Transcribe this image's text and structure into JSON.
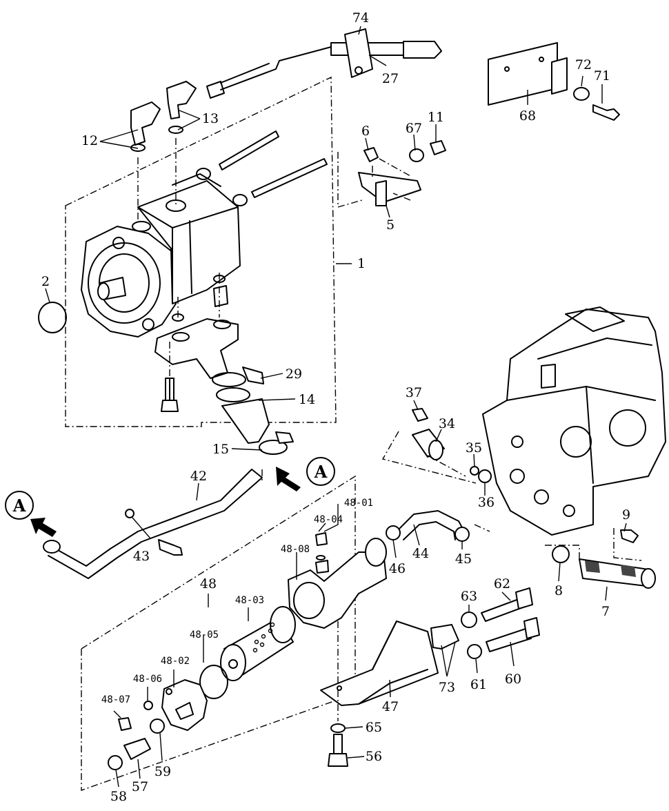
{
  "diagram": {
    "callouts": [
      {
        "id": "74",
        "text": "74"
      },
      {
        "id": "27",
        "text": "27"
      },
      {
        "id": "68",
        "text": "68"
      },
      {
        "id": "72",
        "text": "72"
      },
      {
        "id": "71",
        "text": "71"
      },
      {
        "id": "12",
        "text": "12"
      },
      {
        "id": "13",
        "text": "13"
      },
      {
        "id": "6",
        "text": "6"
      },
      {
        "id": "67",
        "text": "67"
      },
      {
        "id": "11",
        "text": "11"
      },
      {
        "id": "5",
        "text": "5"
      },
      {
        "id": "1",
        "text": "1"
      },
      {
        "id": "2",
        "text": "2"
      },
      {
        "id": "29",
        "text": "29"
      },
      {
        "id": "14",
        "text": "14"
      },
      {
        "id": "15",
        "text": "15"
      },
      {
        "id": "37",
        "text": "37"
      },
      {
        "id": "34",
        "text": "34"
      },
      {
        "id": "35",
        "text": "35"
      },
      {
        "id": "36",
        "text": "36"
      },
      {
        "id": "42",
        "text": "42"
      },
      {
        "id": "43",
        "text": "43"
      },
      {
        "id": "48-01",
        "text": "48-01"
      },
      {
        "id": "48-04",
        "text": "48-04"
      },
      {
        "id": "48-08",
        "text": "48-08"
      },
      {
        "id": "46",
        "text": "46"
      },
      {
        "id": "44",
        "text": "44"
      },
      {
        "id": "45",
        "text": "45"
      },
      {
        "id": "9",
        "text": "9"
      },
      {
        "id": "8",
        "text": "8"
      },
      {
        "id": "7",
        "text": "7"
      },
      {
        "id": "48",
        "text": "48"
      },
      {
        "id": "48-03",
        "text": "48-03"
      },
      {
        "id": "48-05",
        "text": "48-05"
      },
      {
        "id": "48-02",
        "text": "48-02"
      },
      {
        "id": "48-06",
        "text": "48-06"
      },
      {
        "id": "48-07",
        "text": "48-07"
      },
      {
        "id": "63",
        "text": "63"
      },
      {
        "id": "62",
        "text": "62"
      },
      {
        "id": "61",
        "text": "61"
      },
      {
        "id": "60",
        "text": "60"
      },
      {
        "id": "73",
        "text": "73"
      },
      {
        "id": "47",
        "text": "47"
      },
      {
        "id": "65",
        "text": "65"
      },
      {
        "id": "56",
        "text": "56"
      },
      {
        "id": "59",
        "text": "59"
      },
      {
        "id": "57",
        "text": "57"
      },
      {
        "id": "58",
        "text": "58"
      }
    ],
    "view_markers": [
      {
        "id": "A-right",
        "text": "A"
      },
      {
        "id": "A-left",
        "text": "A"
      }
    ]
  }
}
